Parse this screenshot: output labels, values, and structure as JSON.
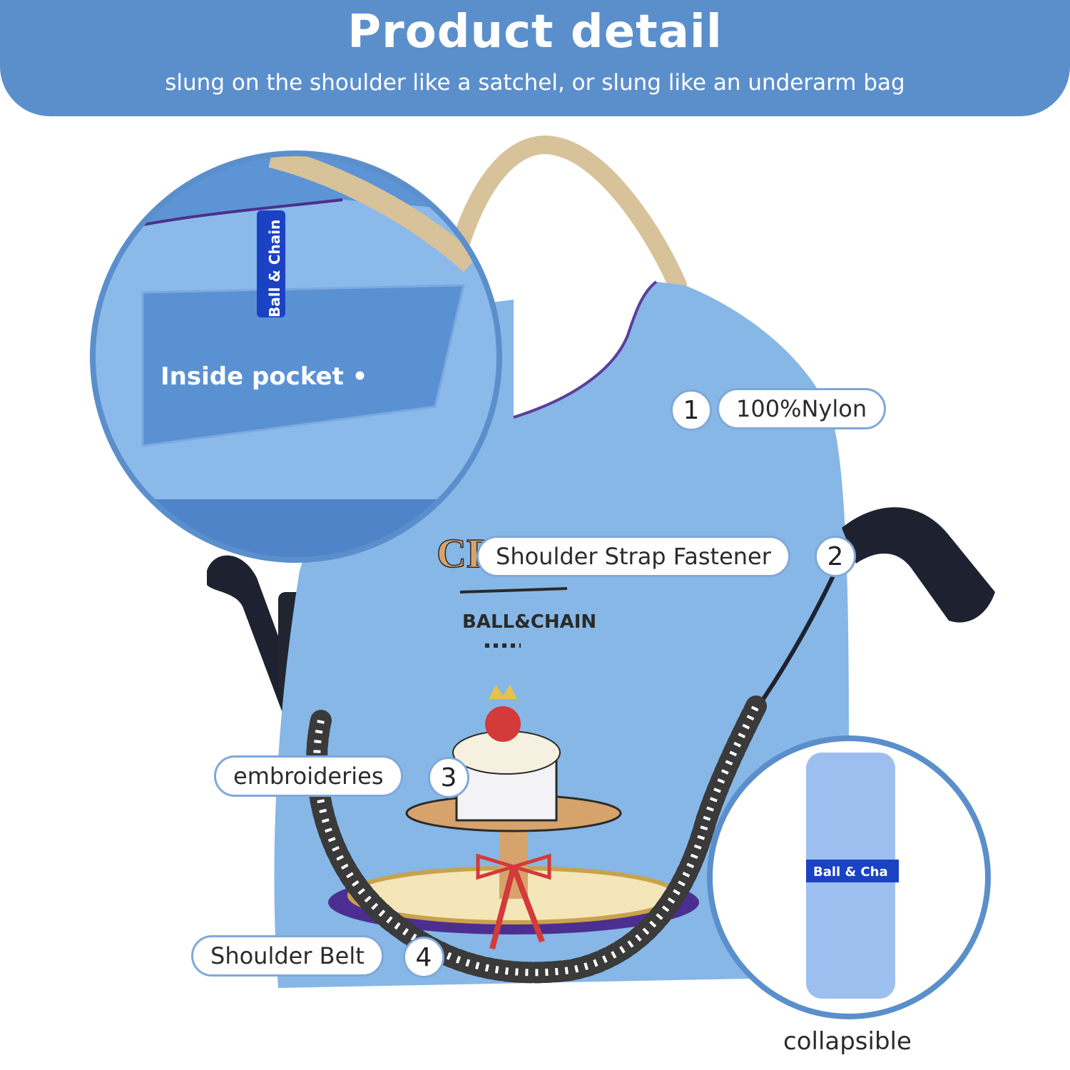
{
  "header": {
    "title": "Product detail",
    "subtitle": "slung on the shoulder like a satchel, or slung like an underarm bag"
  },
  "callouts": [
    {
      "number": "1",
      "label": "100%Nylon"
    },
    {
      "number": "2",
      "label": "Shoulder Strap Fastener"
    },
    {
      "number": "3",
      "label": "embroideries"
    },
    {
      "number": "4",
      "label": "Shoulder Belt"
    }
  ],
  "inset_pocket": {
    "label": "Inside pocket •",
    "tag_text": "Ball & Chain"
  },
  "inset_collapsed": {
    "label": "collapsible",
    "band_text": "Ball & Cha"
  },
  "bag_embroidery": {
    "text_top": "CR",
    "text_brand": "BALL&CHAIN"
  },
  "colors": {
    "header_bg": "#5b8fcc",
    "bag": "#86b7e6",
    "accent_outline": "#7fa8da"
  }
}
